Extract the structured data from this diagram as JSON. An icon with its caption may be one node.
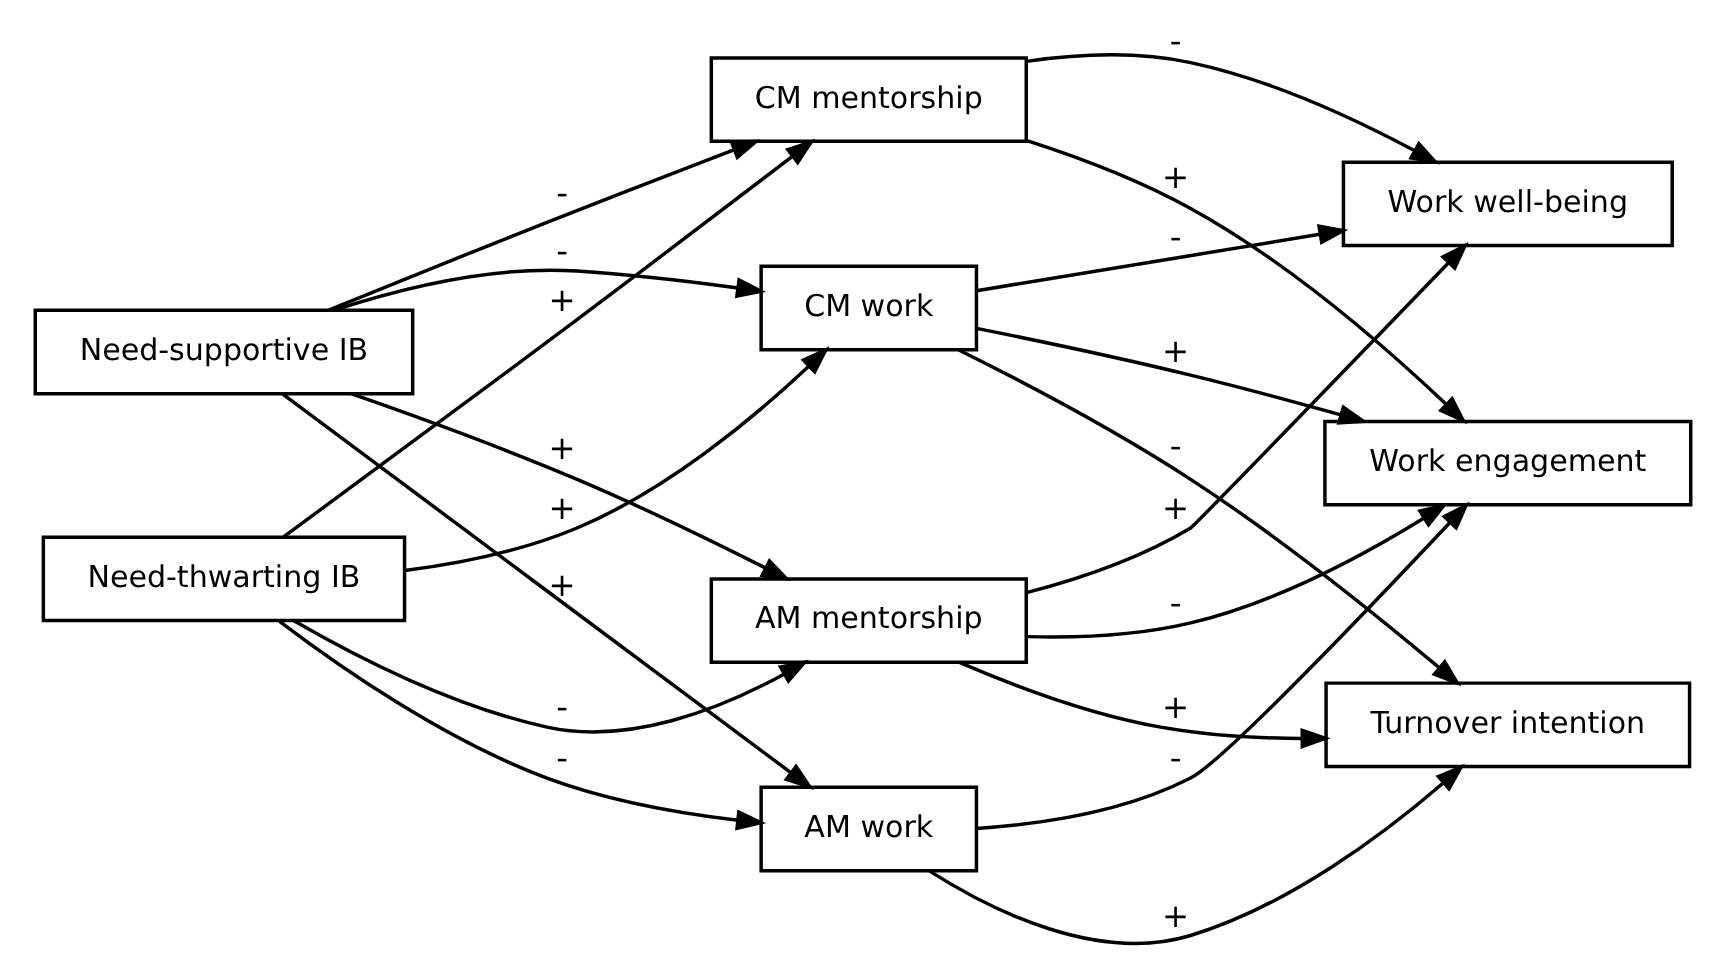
{
  "diagram": {
    "nodes": [
      {
        "text": [
          "Need-supportive IB"
        ]
      },
      {
        "text": [
          "Need-thwarting IB"
        ]
      },
      {
        "text": [
          "AM work"
        ]
      },
      {
        "text": [
          "CM work"
        ]
      },
      {
        "text": [
          "AM mentorship"
        ]
      },
      {
        "text": [
          "CM mentorship"
        ]
      },
      {
        "text": [
          "Turnover intention"
        ]
      },
      {
        "text": [
          "Work engagement"
        ]
      },
      {
        "text": [
          "Work well-being"
        ]
      }
    ],
    "edges": [
      {
        "from": 0,
        "to": 2,
        "arrow": "to",
        "label": "+"
      },
      {
        "from": 0,
        "to": 3,
        "arrow": "to",
        "label": "-"
      },
      {
        "from": 0,
        "to": 4,
        "arrow": "to",
        "label": "+"
      },
      {
        "from": 0,
        "to": 5,
        "arrow": "to",
        "label": "-"
      },
      {
        "from": 1,
        "to": 2,
        "arrow": "to",
        "label": "-"
      },
      {
        "from": 1,
        "to": 3,
        "arrow": "to",
        "label": "+"
      },
      {
        "from": 1,
        "to": 4,
        "arrow": "to",
        "label": "-"
      },
      {
        "from": 1,
        "to": 5,
        "arrow": "to",
        "label": "+"
      },
      {
        "from": 2,
        "to": 7,
        "arrow": "to",
        "label": "-"
      },
      {
        "from": 2,
        "to": 6,
        "arrow": "to",
        "label": "+"
      },
      {
        "from": 3,
        "to": 6,
        "arrow": "to",
        "label": "-"
      },
      {
        "from": 3,
        "to": 7,
        "arrow": "to",
        "label": "+"
      },
      {
        "from": 3,
        "to": 8,
        "arrow": "to",
        "label": "-"
      },
      {
        "from": 4,
        "to": 6,
        "arrow": "to",
        "label": "+"
      },
      {
        "from": 4,
        "to": 7,
        "arrow": "to",
        "label": "-"
      },
      {
        "from": 4,
        "to": 8,
        "arrow": "to",
        "label": "+"
      },
      {
        "from": 5,
        "to": 8,
        "arrow": "to",
        "label": "-"
      },
      {
        "from": 5,
        "to": 7,
        "arrow": "to",
        "label": "+"
      }
    ]
  }
}
